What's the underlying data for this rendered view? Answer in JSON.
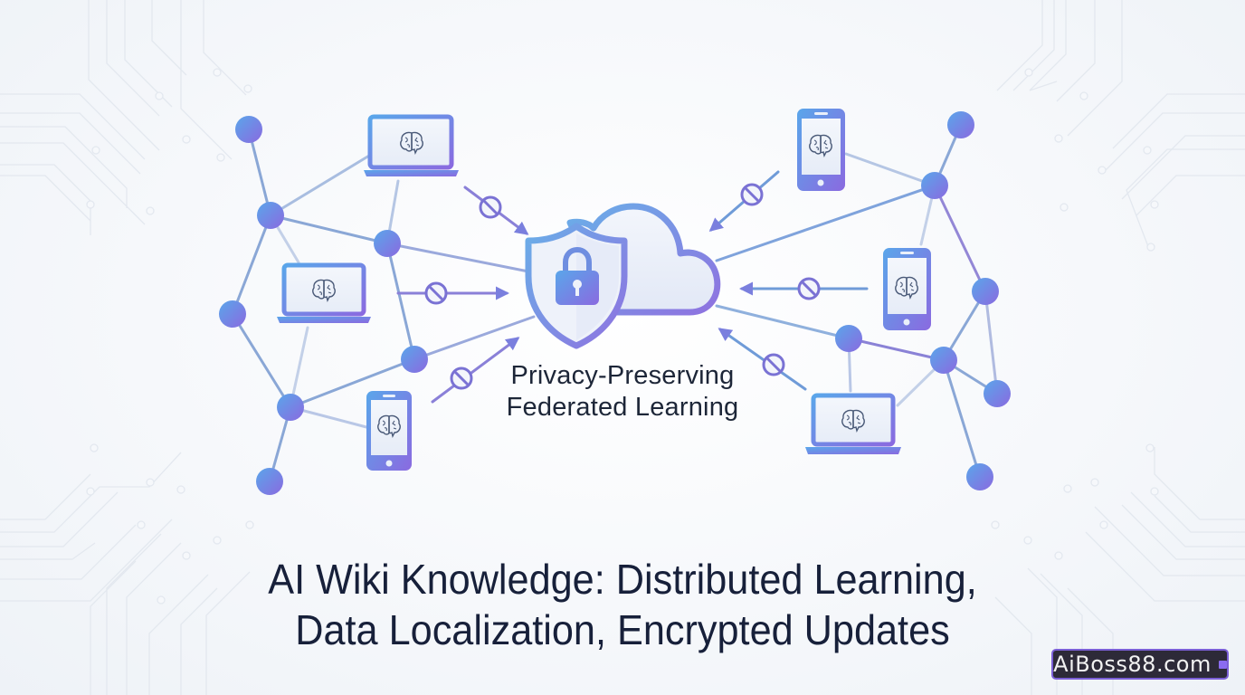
{
  "center": {
    "label_line1": "Privacy-Preserving",
    "label_line2": "Federated Learning",
    "icons": [
      "shield-icon",
      "lock-icon",
      "cloud-icon"
    ]
  },
  "title": {
    "line1": "AI Wiki Knowledge: Distributed Learning,",
    "line2": "Data Localization, Encrypted Updates"
  },
  "watermark": {
    "text": "AiBoss88.com"
  },
  "devices": [
    {
      "type": "laptop",
      "icon": "brain-icon",
      "side": "left",
      "position": "top"
    },
    {
      "type": "laptop",
      "icon": "brain-icon",
      "side": "left",
      "position": "middle"
    },
    {
      "type": "phone",
      "icon": "brain-icon",
      "side": "left",
      "position": "bottom"
    },
    {
      "type": "phone",
      "icon": "brain-icon",
      "side": "right",
      "position": "top"
    },
    {
      "type": "phone",
      "icon": "brain-icon",
      "side": "right",
      "position": "middle"
    },
    {
      "type": "laptop",
      "icon": "brain-icon",
      "side": "right",
      "position": "bottom"
    }
  ],
  "update_arrows": [
    {
      "from": "left-top-laptop",
      "marker": "blocked-icon"
    },
    {
      "from": "left-middle-laptop",
      "marker": "blocked-icon"
    },
    {
      "from": "left-bottom-phone",
      "marker": "blocked-icon"
    },
    {
      "from": "right-top-phone",
      "marker": "blocked-icon"
    },
    {
      "from": "right-middle-phone",
      "marker": "blocked-icon"
    },
    {
      "from": "right-bottom-laptop",
      "marker": "blocked-icon"
    }
  ],
  "colors": {
    "accent_blue": "#5b9be6",
    "accent_purple": "#8a6fe0",
    "text_dark": "#17203a",
    "background": "#f6f8fb",
    "watermark_bg": "#2d2a38",
    "watermark_border": "#7b5fd6"
  }
}
